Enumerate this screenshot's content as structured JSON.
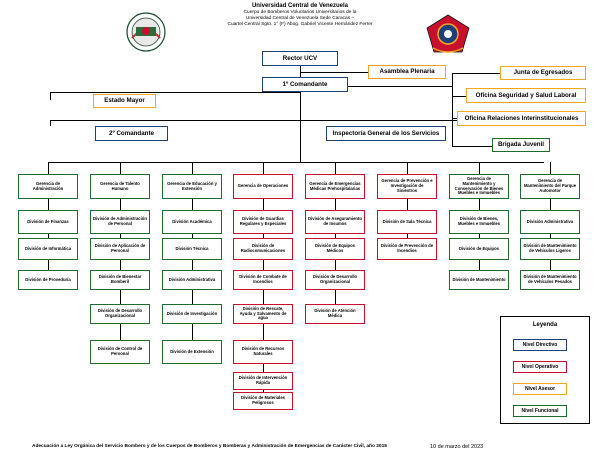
{
  "header": {
    "title": "Universidad Central de Venezuela",
    "line2": "Cuerpo de Bomberos Voluntarios Universitarios de la",
    "line3": "Universidad Central de Venezuela Sede Caracas –",
    "line4": "Cuartel Central Sgto. 1° (F) Abog. Gabriel Vicente Hernández Ferrer"
  },
  "top": {
    "rector": "Rector UCV",
    "asamblea": "Asamblea Plenaria",
    "primer": "1º Comandante",
    "estado_mayor": "Estado Mayor",
    "segundo": "2º Comandante",
    "inspectoria": "Inspectoría General de los Servicios",
    "junta": "Junta de Egresados",
    "seguridad": "Oficina Seguridad y Salud Laboral",
    "relaciones": "Oficina Relaciones Interinstitucionales",
    "brigada": "Brigada Juvenil"
  },
  "columns": [
    {
      "header": "Gerencia de Administración",
      "type": "green",
      "items": [
        "División de Finanzas",
        "División de Informática",
        "División de Proveduría"
      ]
    },
    {
      "header": "Gerencia de Talento Humano",
      "type": "green",
      "items": [
        "División de Administración de Personal",
        "División de Aplicación de Personal",
        "División de Bienestar Bomberil",
        "División de Desarrollo Organizacional",
        "División de Control de Personal"
      ]
    },
    {
      "header": "Gerencia de Educación y Extensión",
      "type": "green",
      "items": [
        "División Académica",
        "División Técnica",
        "División Administrativa",
        "División de Investigación",
        "División de Extensión"
      ]
    },
    {
      "header": "Gerencia de Operaciones",
      "type": "red",
      "items": [
        "División de Guardias Regulares y Especiales",
        "División de Radiocomunicaciones",
        "División de Combate de Incendios",
        "División de Rescate, Ayuda y Salvamento de agua",
        "División de Recursos Naturales",
        "División de Intervención Rápida",
        "División de Materiales Peligrosos"
      ]
    },
    {
      "header": "Gerencia de Emergencias Médicas Prehospitalarias",
      "type": "red",
      "items": [
        "División de Aseguramiento de Insumos",
        "División de Equipos Médicos",
        "División de Desarrollo Organizacional",
        "División de Atención Médica"
      ]
    },
    {
      "header": "Gerencia de Prevención e Investigación de Siniestros",
      "type": "red",
      "items": [
        "División de Sala Técnica",
        "División de Prevención de Incendios"
      ]
    },
    {
      "header": "Gerencia de Mantenimiento y Conservación de Bienes Muebles e Inmuebles",
      "type": "green",
      "items": [
        "División de Bienes, Muebles e Inmuebles",
        "División de Equipos",
        "División de Mantenimiento"
      ]
    },
    {
      "header": "Gerencia de Mantenimiento del Parque Automotor",
      "type": "green",
      "items": [
        "División Administrativa",
        "División de Mantenimiento de Vehículos Ligeros",
        "División de Mantenimiento de Vehículos Pesados"
      ]
    }
  ],
  "legend": {
    "title": "Leyenda",
    "items": [
      "Nivel Directivo",
      "Nivel Operativo",
      "Nivel Asesor",
      "Nivel Funcional"
    ],
    "colors": [
      "#1f3f7a",
      "#c8102e",
      "#f5a623",
      "#1e6b2d"
    ]
  },
  "footer": "Adecuación a Ley Orgánica del Servicio Bombero y de los Cuerpos de Bomberos y Bomberas y Administración de Emergencias de Carácter Civil, año 2015",
  "date": "10 de marzo del 2023",
  "logos": [
    "ucv-seal",
    "bomberos-ucv-badge"
  ]
}
